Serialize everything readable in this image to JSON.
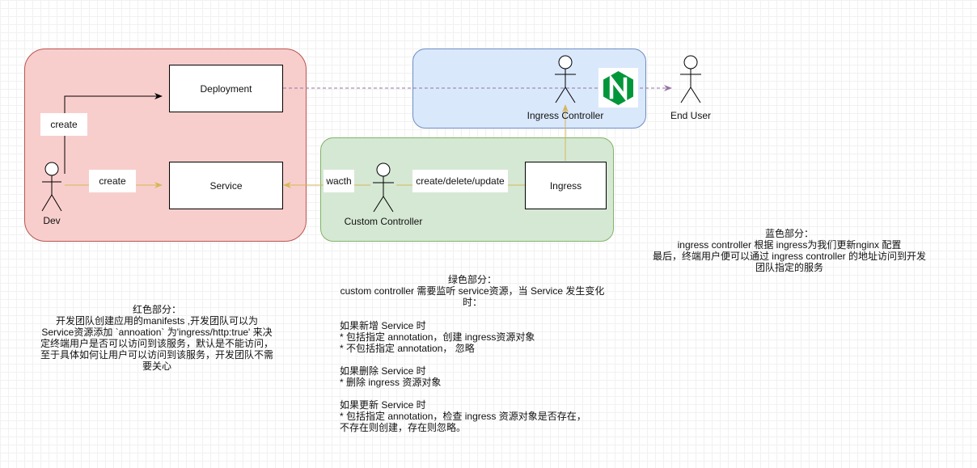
{
  "boxes": {
    "deployment": "Deployment",
    "service": "Service",
    "ingress": "Ingress"
  },
  "edge_labels": {
    "create_deployment": "create",
    "create_service": "create",
    "watch": "wacth",
    "crud": "create/delete/update"
  },
  "actors": {
    "dev": "Dev",
    "custom_controller": "Custom Controller",
    "ingress_controller": "Ingress Controller",
    "end_user": "End User"
  },
  "nginx_icon": {
    "glyph": "N",
    "color": "#009639"
  },
  "notes": {
    "red": "红色部分：\n开发团队创建应用的manifests ,开发团队可以为 Service资源添加 `annoation` 为'ingress/http:true' 来决定终端用户是否可以访问到该服务，默认是不能访问，至于具体如何让用户可以访问到该服务，开发团队不需要关心",
    "green_title": "绿色部分：\ncustom controller 需要监听 service资源，当 Service 发生变化时：",
    "green_body": "如果新增 Service 时\n        * 包括指定 annotation，创建 ingress资源对象\n        * 不包括指定 annotation，  忽略\n\n如果删除 Service 时\n        * 删除 ingress 资源对象\n\n如果更新 Service 时\n        * 包括指定 annotation，检查 ingress 资源对象是否存在，不存在则创建，存在则忽略。",
    "blue": "蓝色部分：\ningress controller 根据 ingress为我们更新nginx 配置\n最后，终端用户便可以通过 ingress controller 的地址访问到开发团队指定的服务"
  },
  "colors": {
    "red_fill": "#f8cecc",
    "red_stroke": "#b85450",
    "blue_fill": "#dae8fc",
    "blue_stroke": "#6c8ebf",
    "green_fill": "#d5e8d4",
    "green_stroke": "#82b366",
    "arrow_black": "#000000",
    "arrow_yellow": "#d6b656",
    "arrow_purple": "#9673a6"
  }
}
